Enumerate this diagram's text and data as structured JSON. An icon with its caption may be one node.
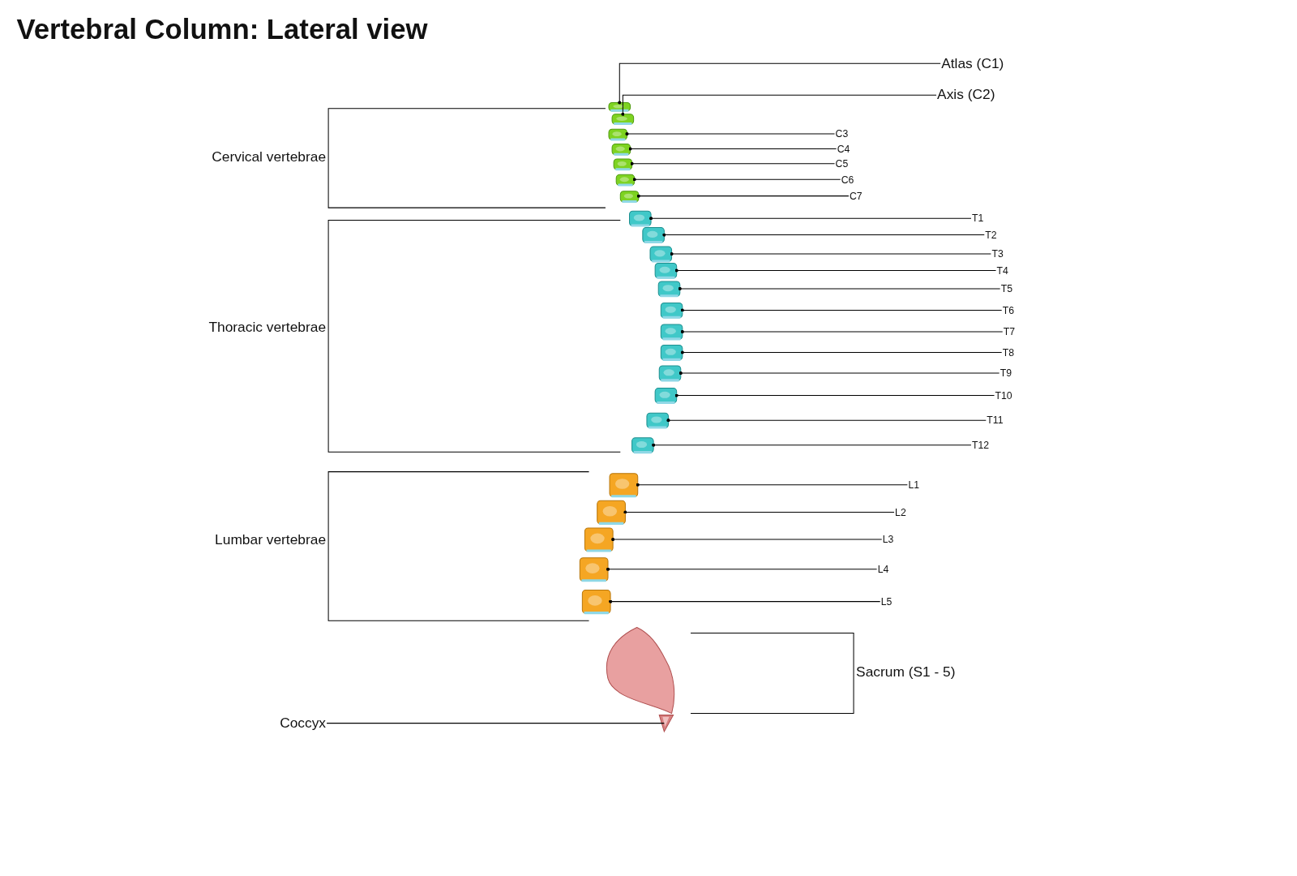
{
  "diagram": {
    "title": "Vertebral Column: Lateral view",
    "nodes": [
      {
        "text": [
          "Atlas (C1)"
        ]
      },
      {
        "text": [
          "Axis (C2)"
        ]
      },
      {
        "text": [
          "C3"
        ]
      },
      {
        "text": [
          "C4"
        ]
      },
      {
        "text": [
          "C5"
        ]
      },
      {
        "text": [
          "C6"
        ]
      },
      {
        "text": [
          "C7"
        ]
      },
      {
        "text": [
          "T1"
        ]
      },
      {
        "text": [
          "T2"
        ]
      },
      {
        "text": [
          "T3"
        ]
      },
      {
        "text": [
          "T4"
        ]
      },
      {
        "text": [
          "T5"
        ]
      },
      {
        "text": [
          "T6"
        ]
      },
      {
        "text": [
          "T7"
        ]
      },
      {
        "text": [
          "T8"
        ]
      },
      {
        "text": [
          "T9"
        ]
      },
      {
        "text": [
          "T10"
        ]
      },
      {
        "text": [
          "T11"
        ]
      },
      {
        "text": [
          "T12"
        ]
      },
      {
        "text": [
          "L1"
        ]
      },
      {
        "text": [
          "L2"
        ]
      },
      {
        "text": [
          "L3"
        ]
      },
      {
        "text": [
          "L4"
        ]
      },
      {
        "text": [
          "L5"
        ]
      },
      {
        "text": [
          "Coccyx"
        ]
      },
      {
        "text": [],
        "shape": "picture"
      },
      {
        "text": [],
        "shape": "picture"
      },
      {
        "text": [],
        "shape": "picture"
      },
      {
        "text": [],
        "shape": "picture"
      },
      {
        "text": [],
        "shape": "picture"
      },
      {
        "text": [],
        "shape": "picture"
      },
      {
        "text": [],
        "shape": "picture"
      },
      {
        "text": [],
        "shape": "picture"
      },
      {
        "text": [],
        "shape": "picture"
      },
      {
        "text": [],
        "shape": "picture"
      },
      {
        "text": [],
        "shape": "picture"
      },
      {
        "text": [],
        "shape": "picture"
      },
      {
        "text": [],
        "shape": "picture"
      },
      {
        "text": [],
        "shape": "picture"
      },
      {
        "text": [],
        "shape": "picture"
      },
      {
        "text": [],
        "shape": "picture"
      },
      {
        "text": [],
        "shape": "picture"
      },
      {
        "text": [],
        "shape": "picture"
      },
      {
        "text": [],
        "shape": "picture"
      },
      {
        "text": [],
        "shape": "picture"
      },
      {
        "text": [],
        "shape": "picture"
      },
      {
        "text": [],
        "shape": "picture"
      },
      {
        "text": [],
        "shape": "picture"
      },
      {
        "text": [],
        "shape": "picture"
      },
      {
        "text": [],
        "shape": "picture"
      }
    ],
    "edges": [
      {
        "from": 0,
        "to": 25,
        "arrow": "other"
      },
      {
        "from": 1,
        "to": 26,
        "arrow": "other"
      },
      {
        "from": 2,
        "to": 27,
        "arrow": "other"
      },
      {
        "from": 3,
        "to": 28,
        "arrow": "other"
      },
      {
        "from": 4,
        "to": 29,
        "arrow": "other"
      },
      {
        "from": 5,
        "to": 30,
        "arrow": "other"
      },
      {
        "from": 6,
        "to": 31,
        "arrow": "other"
      },
      {
        "from": 7,
        "to": 32,
        "arrow": "other"
      },
      {
        "from": 8,
        "to": 33,
        "arrow": "other"
      },
      {
        "from": 9,
        "to": 34,
        "arrow": "other"
      },
      {
        "from": 10,
        "to": 35,
        "arrow": "other"
      },
      {
        "from": 11,
        "to": 36,
        "arrow": "other"
      },
      {
        "from": 12,
        "to": 37,
        "arrow": "other"
      },
      {
        "from": 13,
        "to": 38,
        "arrow": "other"
      },
      {
        "from": 14,
        "to": 39,
        "arrow": "other"
      },
      {
        "from": 15,
        "to": 40,
        "arrow": "other"
      },
      {
        "from": 16,
        "to": 41,
        "arrow": "other"
      },
      {
        "from": 17,
        "to": 42,
        "arrow": "other"
      },
      {
        "from": 18,
        "to": 43,
        "arrow": "other"
      },
      {
        "from": 19,
        "to": 44,
        "arrow": "other"
      },
      {
        "from": 20,
        "to": 45,
        "arrow": "other"
      },
      {
        "from": 21,
        "to": 46,
        "arrow": "other"
      },
      {
        "from": 22,
        "to": 47,
        "arrow": "other"
      },
      {
        "from": 23,
        "to": 48,
        "arrow": "other"
      },
      {
        "from": 24,
        "to": 49,
        "arrow": "none"
      }
    ],
    "labels": [
      "Cervical vertebrae",
      "Thoracic vertebrae",
      "Lumbar vertebrae",
      "Sacrum (S1 - 5)"
    ]
  }
}
